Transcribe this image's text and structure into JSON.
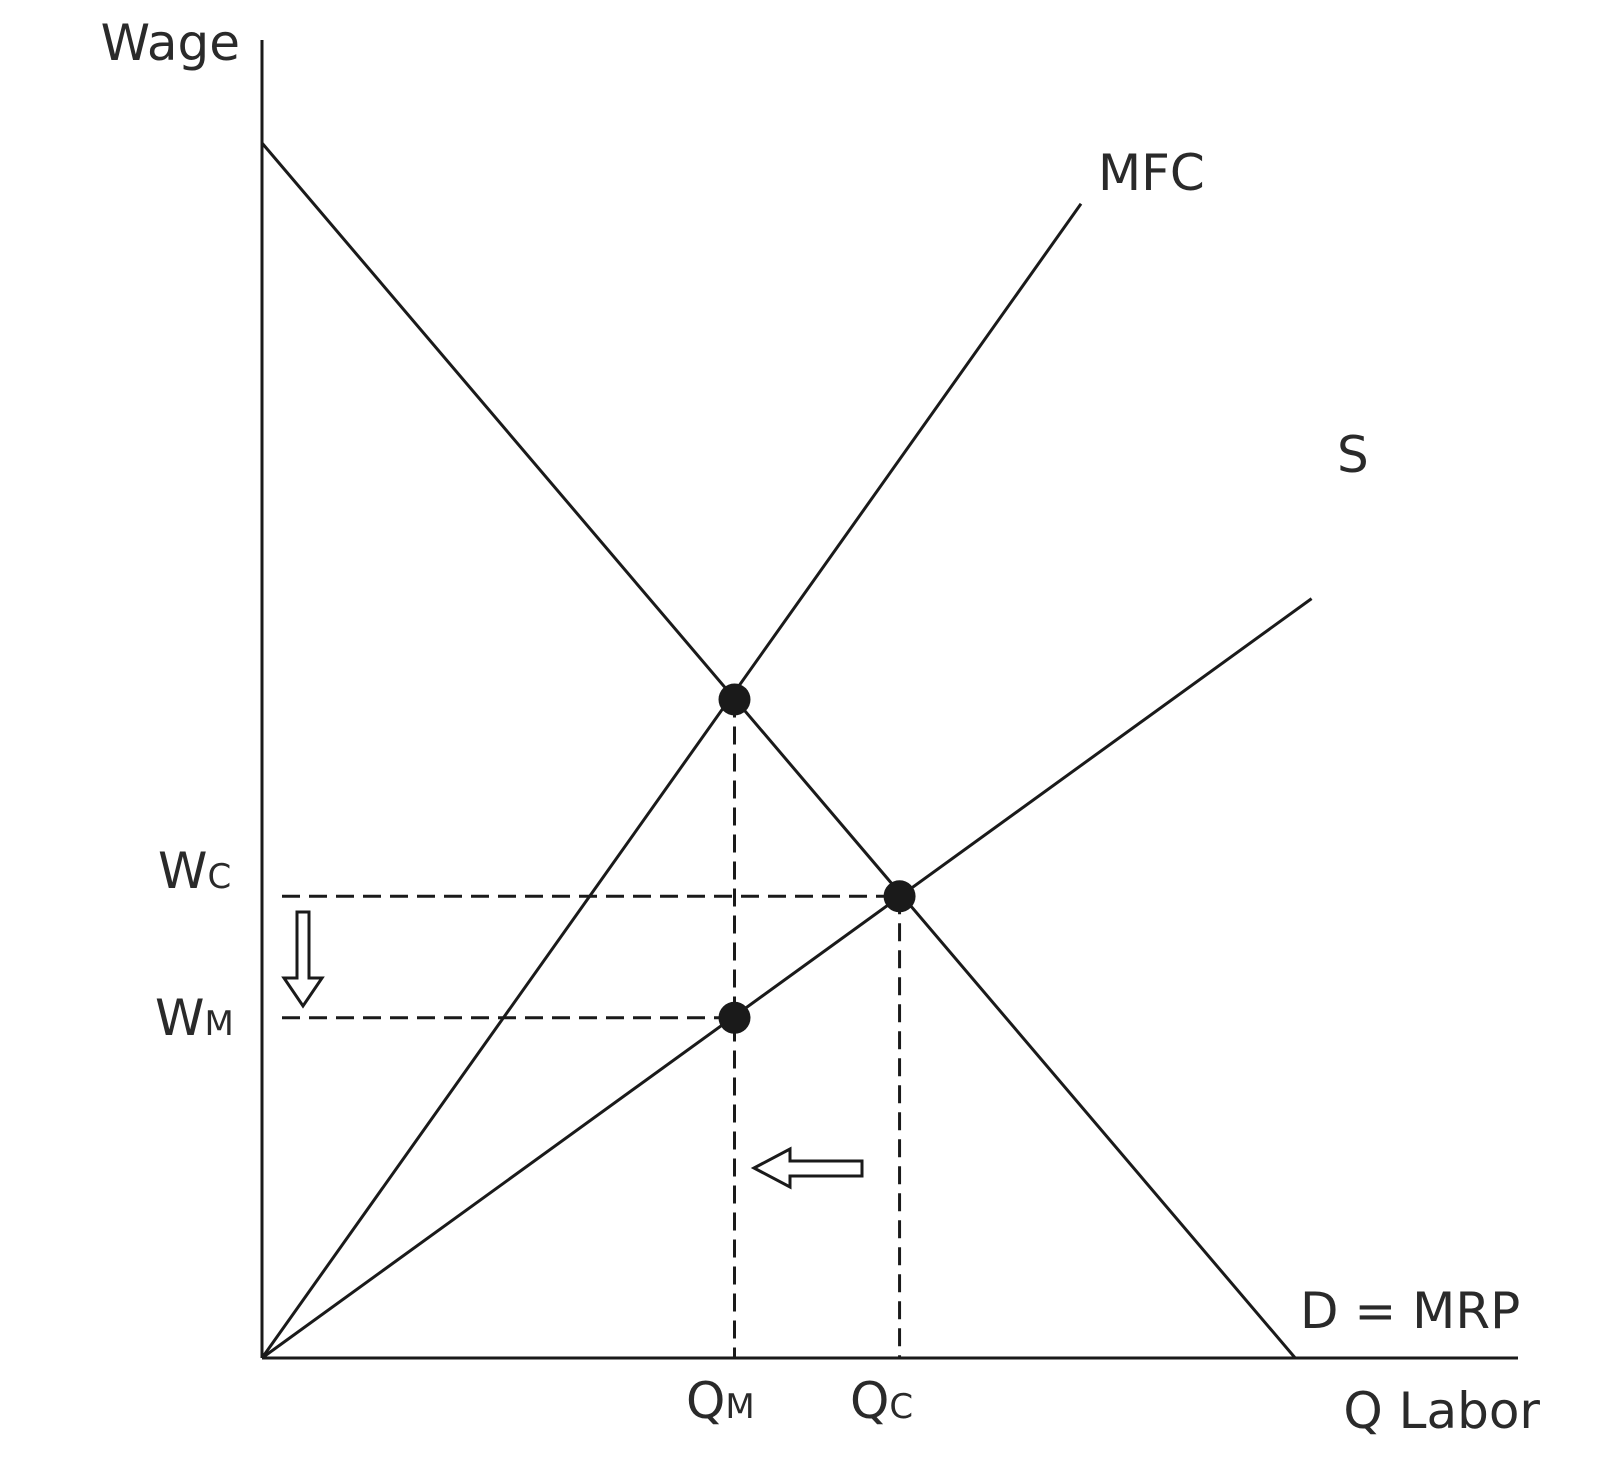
{
  "chart_data": {
    "type": "line",
    "title": "",
    "ylabel": "Wage",
    "xlabel": "Q Labor",
    "xlim": [
      0,
      100
    ],
    "ylim": [
      0,
      100
    ],
    "grid": false,
    "series": [
      {
        "name": "D = MRP",
        "label_main": "D = MRP",
        "points": [
          [
            0,
            100
          ],
          [
            82,
            0
          ]
        ]
      },
      {
        "name": "MFC",
        "label_main": "MFC",
        "points": [
          [
            0,
            0
          ],
          [
            65,
            95
          ]
        ]
      },
      {
        "name": "S",
        "label_main": "S",
        "points": [
          [
            0,
            0
          ],
          [
            83.3,
            62.5
          ]
        ]
      }
    ],
    "equilibria": [
      {
        "name": "mfc-mrp-intersection",
        "x": 37.5,
        "y": 54.2
      },
      {
        "name": "competitive-equilibrium",
        "x": 50.6,
        "y": 38
      },
      {
        "name": "monopsony-wage-point",
        "x": 37.5,
        "y": 28
      }
    ],
    "tick_labels": {
      "wc": {
        "main": "W",
        "sub": "C",
        "value": 38
      },
      "wm": {
        "main": "W",
        "sub": "M",
        "value": 28
      },
      "qm": {
        "main": "Q",
        "sub": "M",
        "value": 37.5
      },
      "qc": {
        "main": "Q",
        "sub": "C",
        "value": 50.6
      }
    },
    "annotations": [
      {
        "type": "arrow",
        "direction": "down",
        "meaning": "wage falls from Wc to Wm"
      },
      {
        "type": "arrow",
        "direction": "left",
        "meaning": "quantity falls from Qc to Qm"
      }
    ],
    "line_color": "#1a1a1a"
  }
}
